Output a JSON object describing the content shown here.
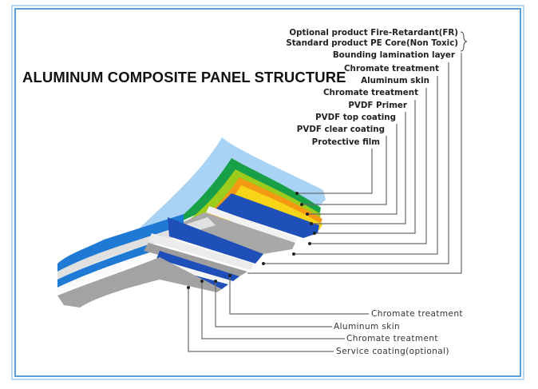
{
  "title": "ALUMINUM COMPOSITE PANEL STRUCTURE",
  "top_labels": [
    {
      "text": "Optional product Fire-Retardant(FR)"
    },
    {
      "text": "Standard product PE Core(Non Toxic)"
    },
    {
      "text": "Bounding lamination layer"
    },
    {
      "text": "Chromate treatment"
    },
    {
      "text": "Aluminum  skin"
    },
    {
      "text": "Chromate treatment"
    },
    {
      "text": "PVDF Primer"
    },
    {
      "text": "PVDF top coating"
    },
    {
      "text": "PVDF clear coating"
    },
    {
      "text": "Protective film"
    }
  ],
  "bottom_labels": [
    {
      "text": "Chromate treatment"
    },
    {
      "text": "Aluminum  skin"
    },
    {
      "text": "Chromate treatment"
    },
    {
      "text": "Service coating(optional)"
    }
  ],
  "colors": {
    "frame_outer": "#b9d8f2",
    "frame_inner": "#5b9fd9",
    "protective_film": "#a9d3f5",
    "pvdf_clear": "#18a048",
    "pvdf_top": "#9ccc1c",
    "pvdf_primer": "#f39a12",
    "chromate": "#f7d417",
    "aluminum_skin": "#1f4fb8",
    "core": "#a8a8a8",
    "core_light": "#e6e6e6",
    "blue_light": "#1f7ad6",
    "leader": "#6a6a6a"
  }
}
